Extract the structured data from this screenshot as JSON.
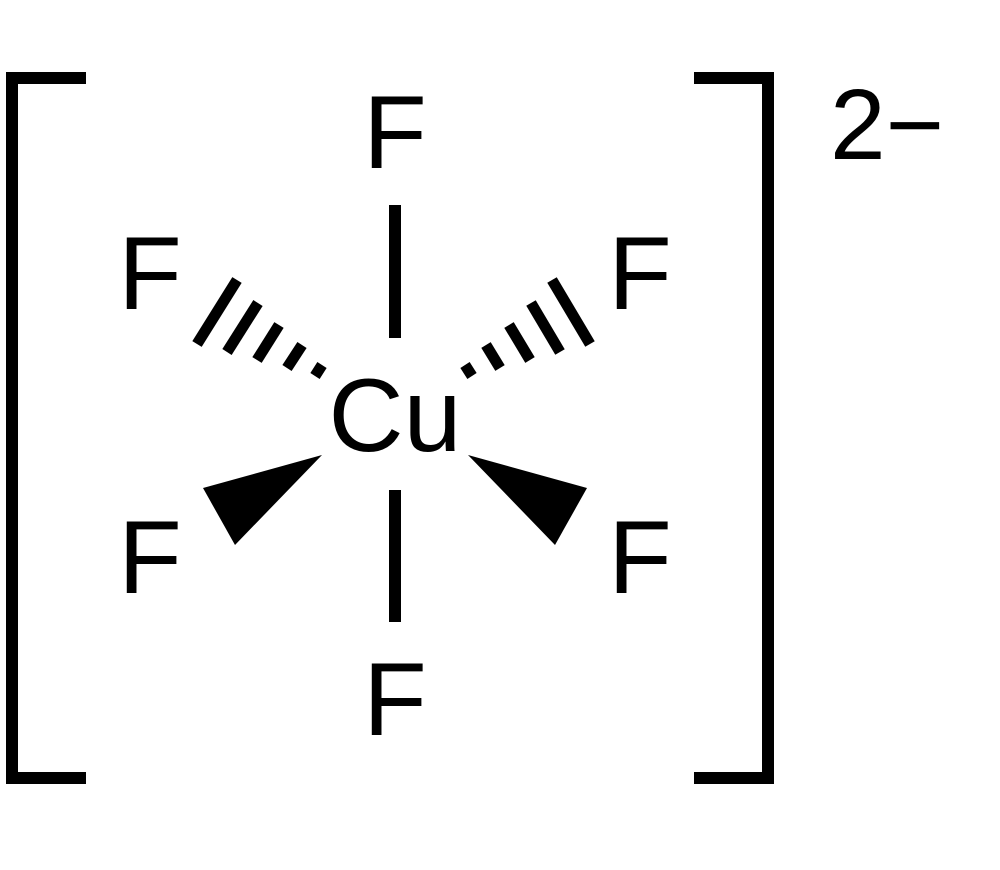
{
  "molecule": {
    "center": "Cu",
    "ligands": {
      "top": "F",
      "bottom": "F",
      "upper_left": "F",
      "upper_right": "F",
      "lower_left": "F",
      "lower_right": "F"
    },
    "charge": "2−"
  },
  "colors": {
    "ink": "#000000",
    "background": "#ffffff"
  }
}
